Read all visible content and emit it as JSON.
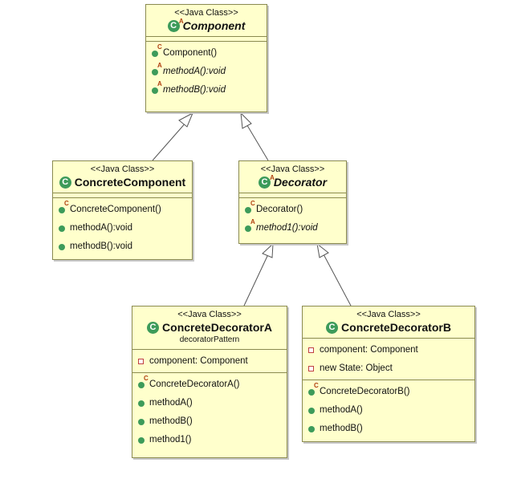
{
  "diagram": {
    "classes": {
      "component": {
        "stereotype": "<<Java Class>>",
        "name": "Component",
        "members": [
          "Component()",
          "methodA():void",
          "methodB():void"
        ]
      },
      "concrete_component": {
        "stereotype": "<<Java Class>>",
        "name": "ConcreteComponent",
        "members": [
          "ConcreteComponent()",
          "methodA():void",
          "methodB():void"
        ]
      },
      "decorator": {
        "stereotype": "<<Java Class>>",
        "name": "Decorator",
        "members": [
          "Decorator()",
          "method1():void"
        ]
      },
      "concrete_decorator_a": {
        "stereotype": "<<Java Class>>",
        "name": "ConcreteDecoratorA",
        "package": "decoratorPattern",
        "fields": [
          "component: Component"
        ],
        "members": [
          "ConcreteDecoratorA()",
          "methodA()",
          "methodB()",
          "method1()"
        ]
      },
      "concrete_decorator_b": {
        "stereotype": "<<Java Class>>",
        "name": "ConcreteDecoratorB",
        "fields": [
          "component: Component",
          "new State: Object"
        ],
        "members": [
          "ConcreteDecoratorB()",
          "methodA()",
          "methodB()"
        ]
      }
    },
    "icons": {
      "class_icon": "class-c-circle",
      "constructor_icon": "green-dot-with-c",
      "abstract_method_icon": "green-dot-with-a",
      "method_icon": "green-dot",
      "private_field_icon": "red-square"
    },
    "colors": {
      "class_fill": "#ffffcc",
      "class_border": "#8a8a50",
      "icon_green": "#3d9b5a",
      "private_red": "#c04040",
      "connector": "#555555"
    }
  }
}
